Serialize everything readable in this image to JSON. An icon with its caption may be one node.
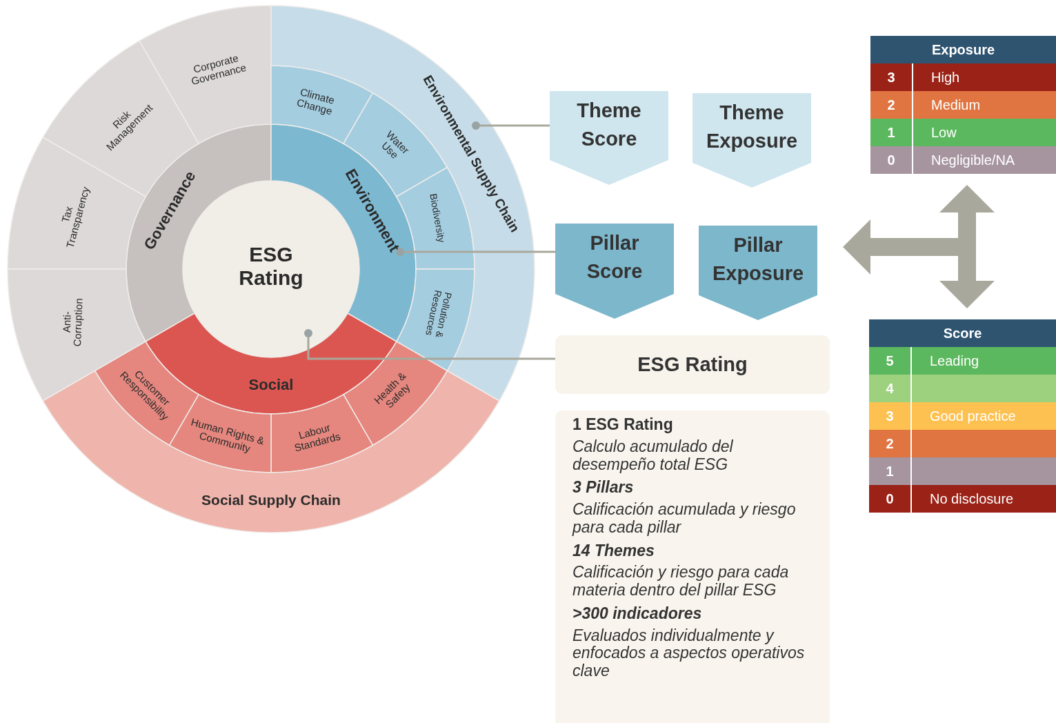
{
  "diagram": {
    "nodes": [
      {
        "text": [
          "ESG Rating"
        ]
      },
      {
        "text": [
          "Governance"
        ]
      },
      {
        "text": [
          "Environment"
        ]
      },
      {
        "text": [
          "Social"
        ]
      },
      {
        "text": [
          "Corporate Governance"
        ]
      },
      {
        "text": [
          "Risk Management"
        ]
      },
      {
        "text": [
          "Tax Transparency"
        ]
      },
      {
        "text": [
          "Anti-Corruption"
        ]
      },
      {
        "text": [
          "Climate Change"
        ]
      },
      {
        "text": [
          "Water Use"
        ]
      },
      {
        "text": [
          "Biodiversity"
        ]
      },
      {
        "text": [
          "Pollution & Resources"
        ]
      },
      {
        "text": [
          "Health & Safety"
        ]
      },
      {
        "text": [
          "Labour Standards"
        ]
      },
      {
        "text": [
          "Human Rights & Community"
        ]
      },
      {
        "text": [
          "Customer Responsibility"
        ]
      },
      {
        "text": [
          "Environmental Supply Chain"
        ]
      },
      {
        "text": [
          "Social Supply Chain"
        ]
      },
      {
        "text": [
          "Theme Score"
        ]
      },
      {
        "text": [
          "Theme Exposure"
        ]
      },
      {
        "text": [
          "Pillar Score"
        ]
      },
      {
        "text": [
          "Pillar Exposure"
        ]
      },
      {
        "text": [
          "ESG Rating"
        ]
      },
      {
        "text": [
          "1 ESG Rating",
          "Calculo acumulado del desempeño total ESG",
          "3 Pillars",
          "Calificación acumulada y riesgo para cada pillar",
          "14 Themes",
          "Calificación y riesgo para cada materia dentro del pillar ESG",
          ">300 indicadores",
          "Evaluados individualmente y enfocados a aspectos operativos clave"
        ]
      },
      {
        "text": [
          "Exposure"
        ]
      },
      {
        "text": [
          "Score"
        ]
      }
    ],
    "edges": [
      {
        "from": 18,
        "to": 16,
        "arrow": "other"
      },
      {
        "from": 20,
        "to": 2,
        "arrow": "other"
      },
      {
        "from": 22,
        "to": 0,
        "arrow": "other"
      },
      {
        "from": null,
        "to": 21,
        "arrow": "to",
        "style": "thick"
      },
      {
        "from": null,
        "to": 24,
        "arrow": "to",
        "style": "thick"
      },
      {
        "from": null,
        "to": 25,
        "arrow": "to",
        "style": "thick"
      }
    ],
    "labels": [
      "3",
      "High",
      "2",
      "Medium",
      "1",
      "Low",
      "0",
      "Negligible/NA",
      "5",
      "Leading",
      "4",
      "3",
      "Good practice",
      "2",
      "1",
      "0",
      "No disclosure"
    ]
  }
}
